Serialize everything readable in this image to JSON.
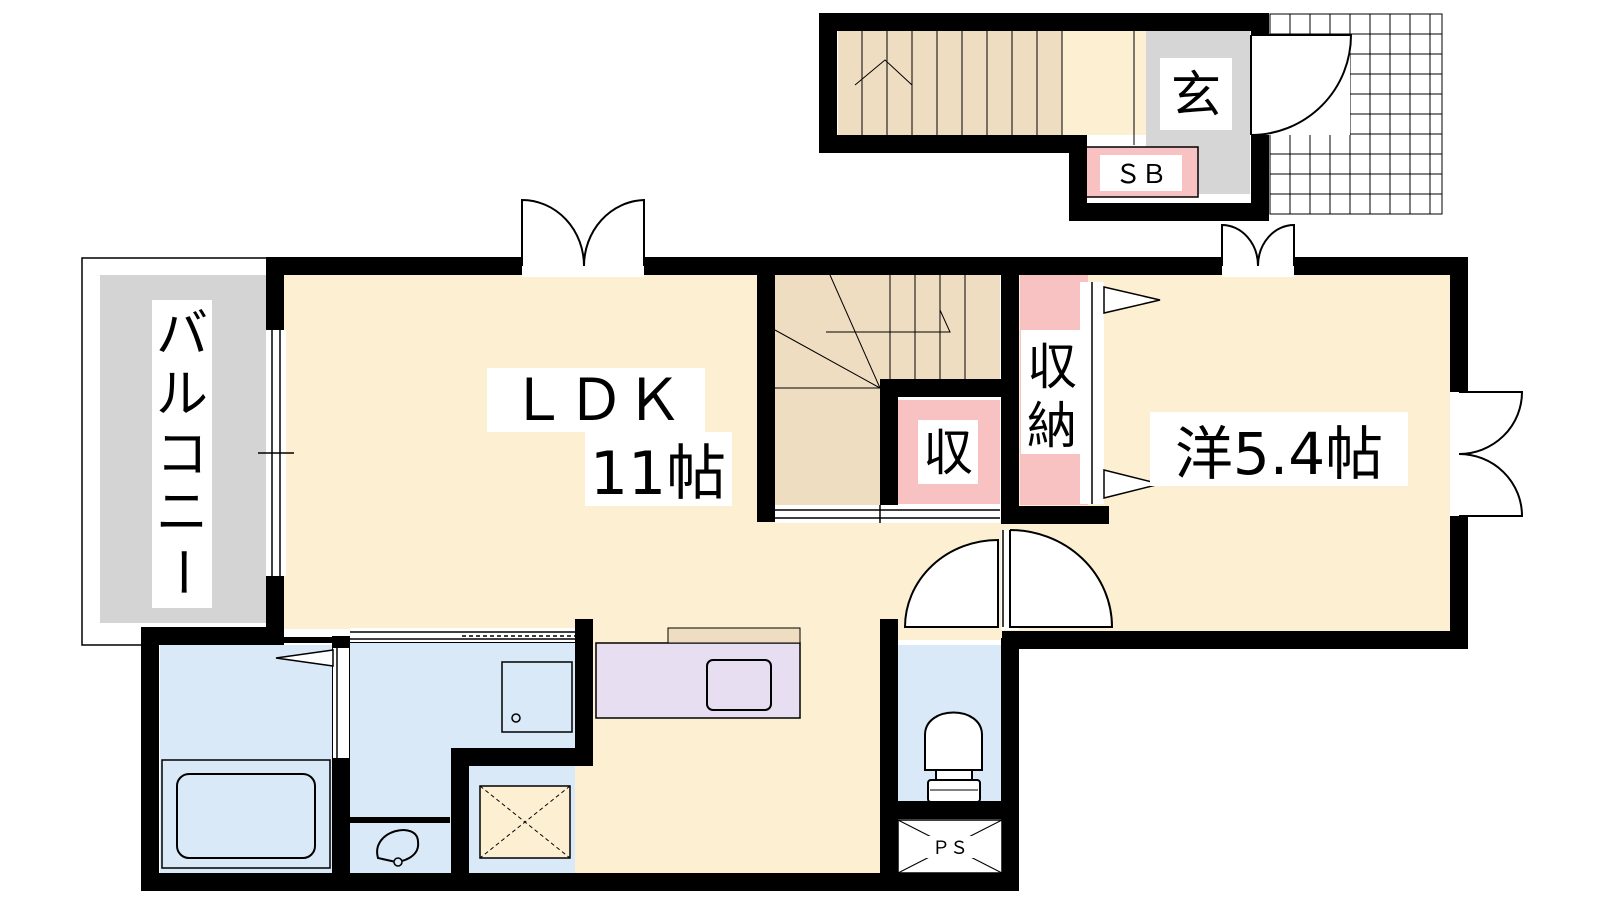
{
  "colors": {
    "room_floor": "#fdf0d2",
    "stair": "#efddc2",
    "genkan": "#d6d6d6",
    "storage": "#f8c2c2",
    "wet_area": "#d9e9f8",
    "kitchen_counter": "#e7def2",
    "balcony": "#d4d4d4",
    "wall": "#000000"
  },
  "rooms": {
    "ldk": {
      "name": "ＬＤＫ",
      "size": "11帖"
    },
    "western": {
      "name": "洋5.4帖"
    },
    "entrance": {
      "name": "玄"
    },
    "shoe_box": {
      "name": "ＳＢ"
    },
    "closet_large": {
      "name_line1": "収",
      "name_line2": "納"
    },
    "closet_small": {
      "name": "収"
    },
    "balcony": {
      "chars": [
        "バ",
        "ル",
        "コ",
        "ニ",
        "ー"
      ]
    },
    "pipe_space": {
      "name": "ＰＳ"
    }
  }
}
